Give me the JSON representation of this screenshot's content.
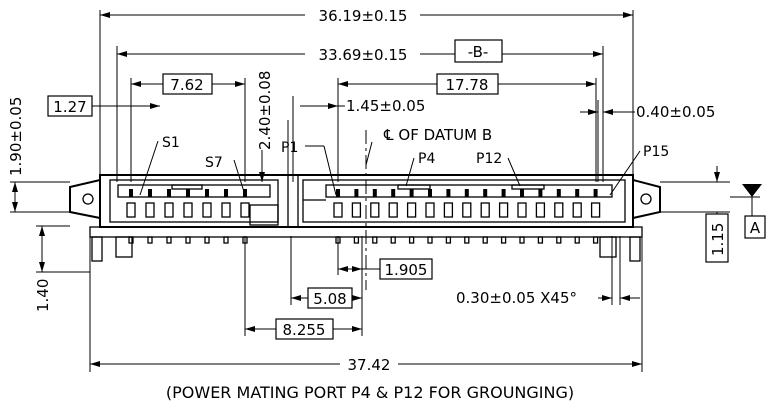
{
  "dimensions": {
    "overall_width": "36.19±0.15",
    "inner_width": "33.69±0.15",
    "datum_b": "-B-",
    "signal_span": "7.62",
    "power_span": "17.78",
    "pitch_small": "1.27",
    "height_a": "2.40±0.08",
    "offset_p1": "1.45±0.05",
    "pin_width": "0.40±0.05",
    "datum_note": "℄ OF DATUM B",
    "height_left": "1.90±0.05",
    "height_right": "1.15",
    "datum_a": "A",
    "lead_len": "1.40",
    "offset_1905": "1.905",
    "offset_508": "5.08",
    "offset_8255": "8.255",
    "chamfer": "0.30±0.05 X45°",
    "overall_length": "37.42"
  },
  "labels": {
    "s1": "S1",
    "s7": "S7",
    "p1": "P1",
    "p4": "P4",
    "p12": "P12",
    "p15": "P15"
  },
  "caption": "(POWER MATING PORT P4 & P12 FOR GROUNGING)"
}
